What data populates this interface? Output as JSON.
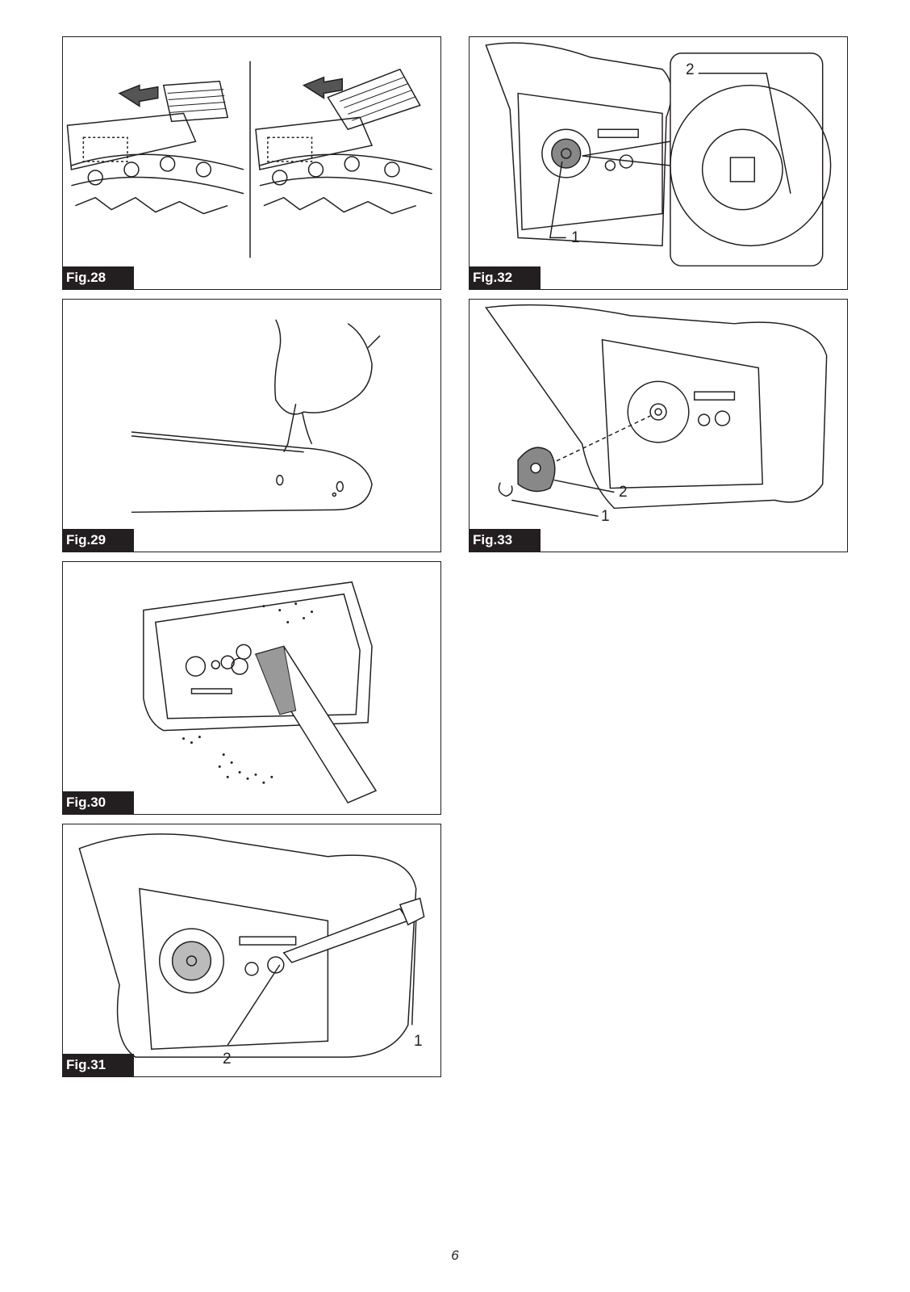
{
  "figures": [
    {
      "label": "Fig.28",
      "callouts": []
    },
    {
      "label": "Fig.29",
      "callouts": []
    },
    {
      "label": "Fig.30",
      "callouts": []
    },
    {
      "label": "Fig.31",
      "callouts": [
        "1",
        "2"
      ]
    },
    {
      "label": "Fig.32",
      "callouts": [
        "1",
        "2"
      ]
    },
    {
      "label": "Fig.33",
      "callouts": [
        "1",
        "2"
      ]
    }
  ],
  "page_number": "6"
}
